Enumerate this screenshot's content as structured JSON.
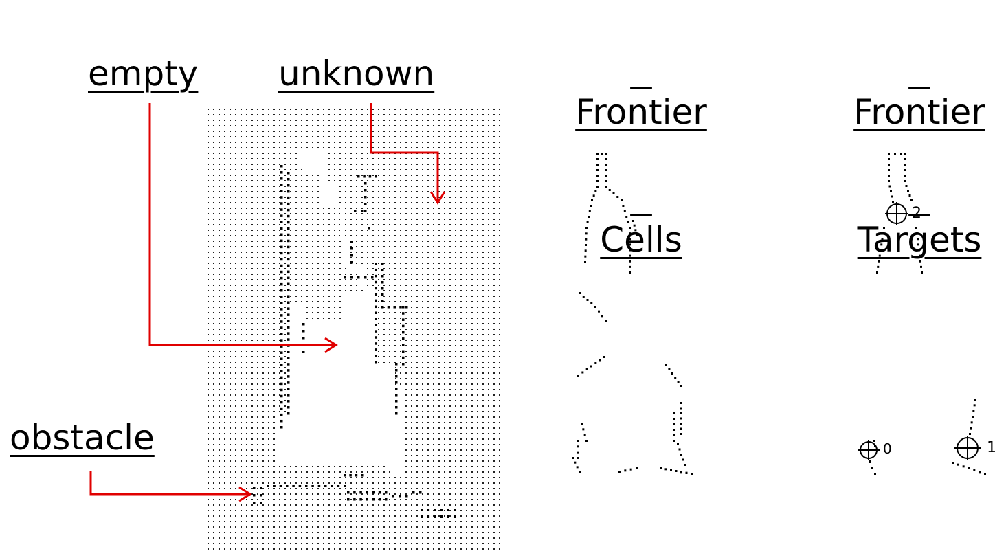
{
  "labels": {
    "empty": "empty",
    "unknown": "unknown",
    "obstacle": "obstacle",
    "frontier_cells": [
      "Frontier",
      "Cells"
    ],
    "frontier_targets": [
      "Frontier",
      "Targets"
    ]
  },
  "target_ids": [
    "2",
    "0",
    "1"
  ],
  "colors": {
    "arrow": "#e00000",
    "dot": "#000000"
  }
}
